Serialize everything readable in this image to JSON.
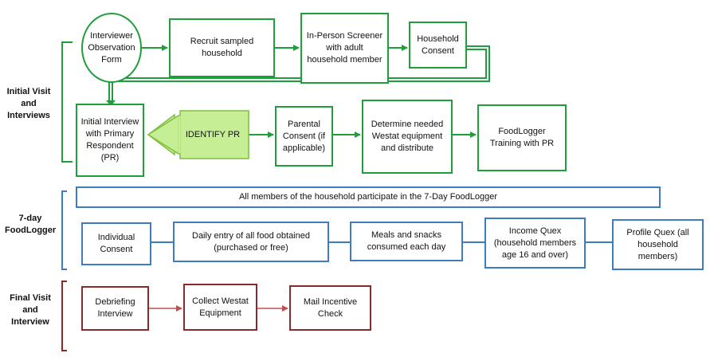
{
  "sections": {
    "initial": "Initial Visit and Interviews",
    "foodlogger": "7-day FoodLogger",
    "final": "Final Visit and Interview"
  },
  "nodes": {
    "observation": "Interviewer Observation Form",
    "recruit": "Recruit sampled household",
    "screener": "In-Person Screener with adult household member",
    "hh_consent": "Household Consent",
    "initial_interview": "Initial Interview with Primary Respondent (PR)",
    "identify_pr": "IDENTIFY PR",
    "parental": "Parental Consent (if applicable)",
    "determine": "Determine needed Westat equipment and distribute",
    "training": "FoodLogger Training with PR",
    "all_members": "All members of the household participate in the 7-Day FoodLogger",
    "individual": "Individual Consent",
    "daily": "Daily entry of all food obtained (purchased or free)",
    "meals": "Meals and snacks consumed each day",
    "income": "Income Quex (household members age 16 and over)",
    "profile": "Profile Quex (all household members)",
    "debrief": "Debriefing Interview",
    "collect": "Collect Westat Equipment",
    "mail": "Mail Incentive Check"
  },
  "colors": {
    "green": "#1f9e3c",
    "blue": "#3f7bbf",
    "red": "#8b2a2a",
    "highlight": "#c5ee95"
  }
}
